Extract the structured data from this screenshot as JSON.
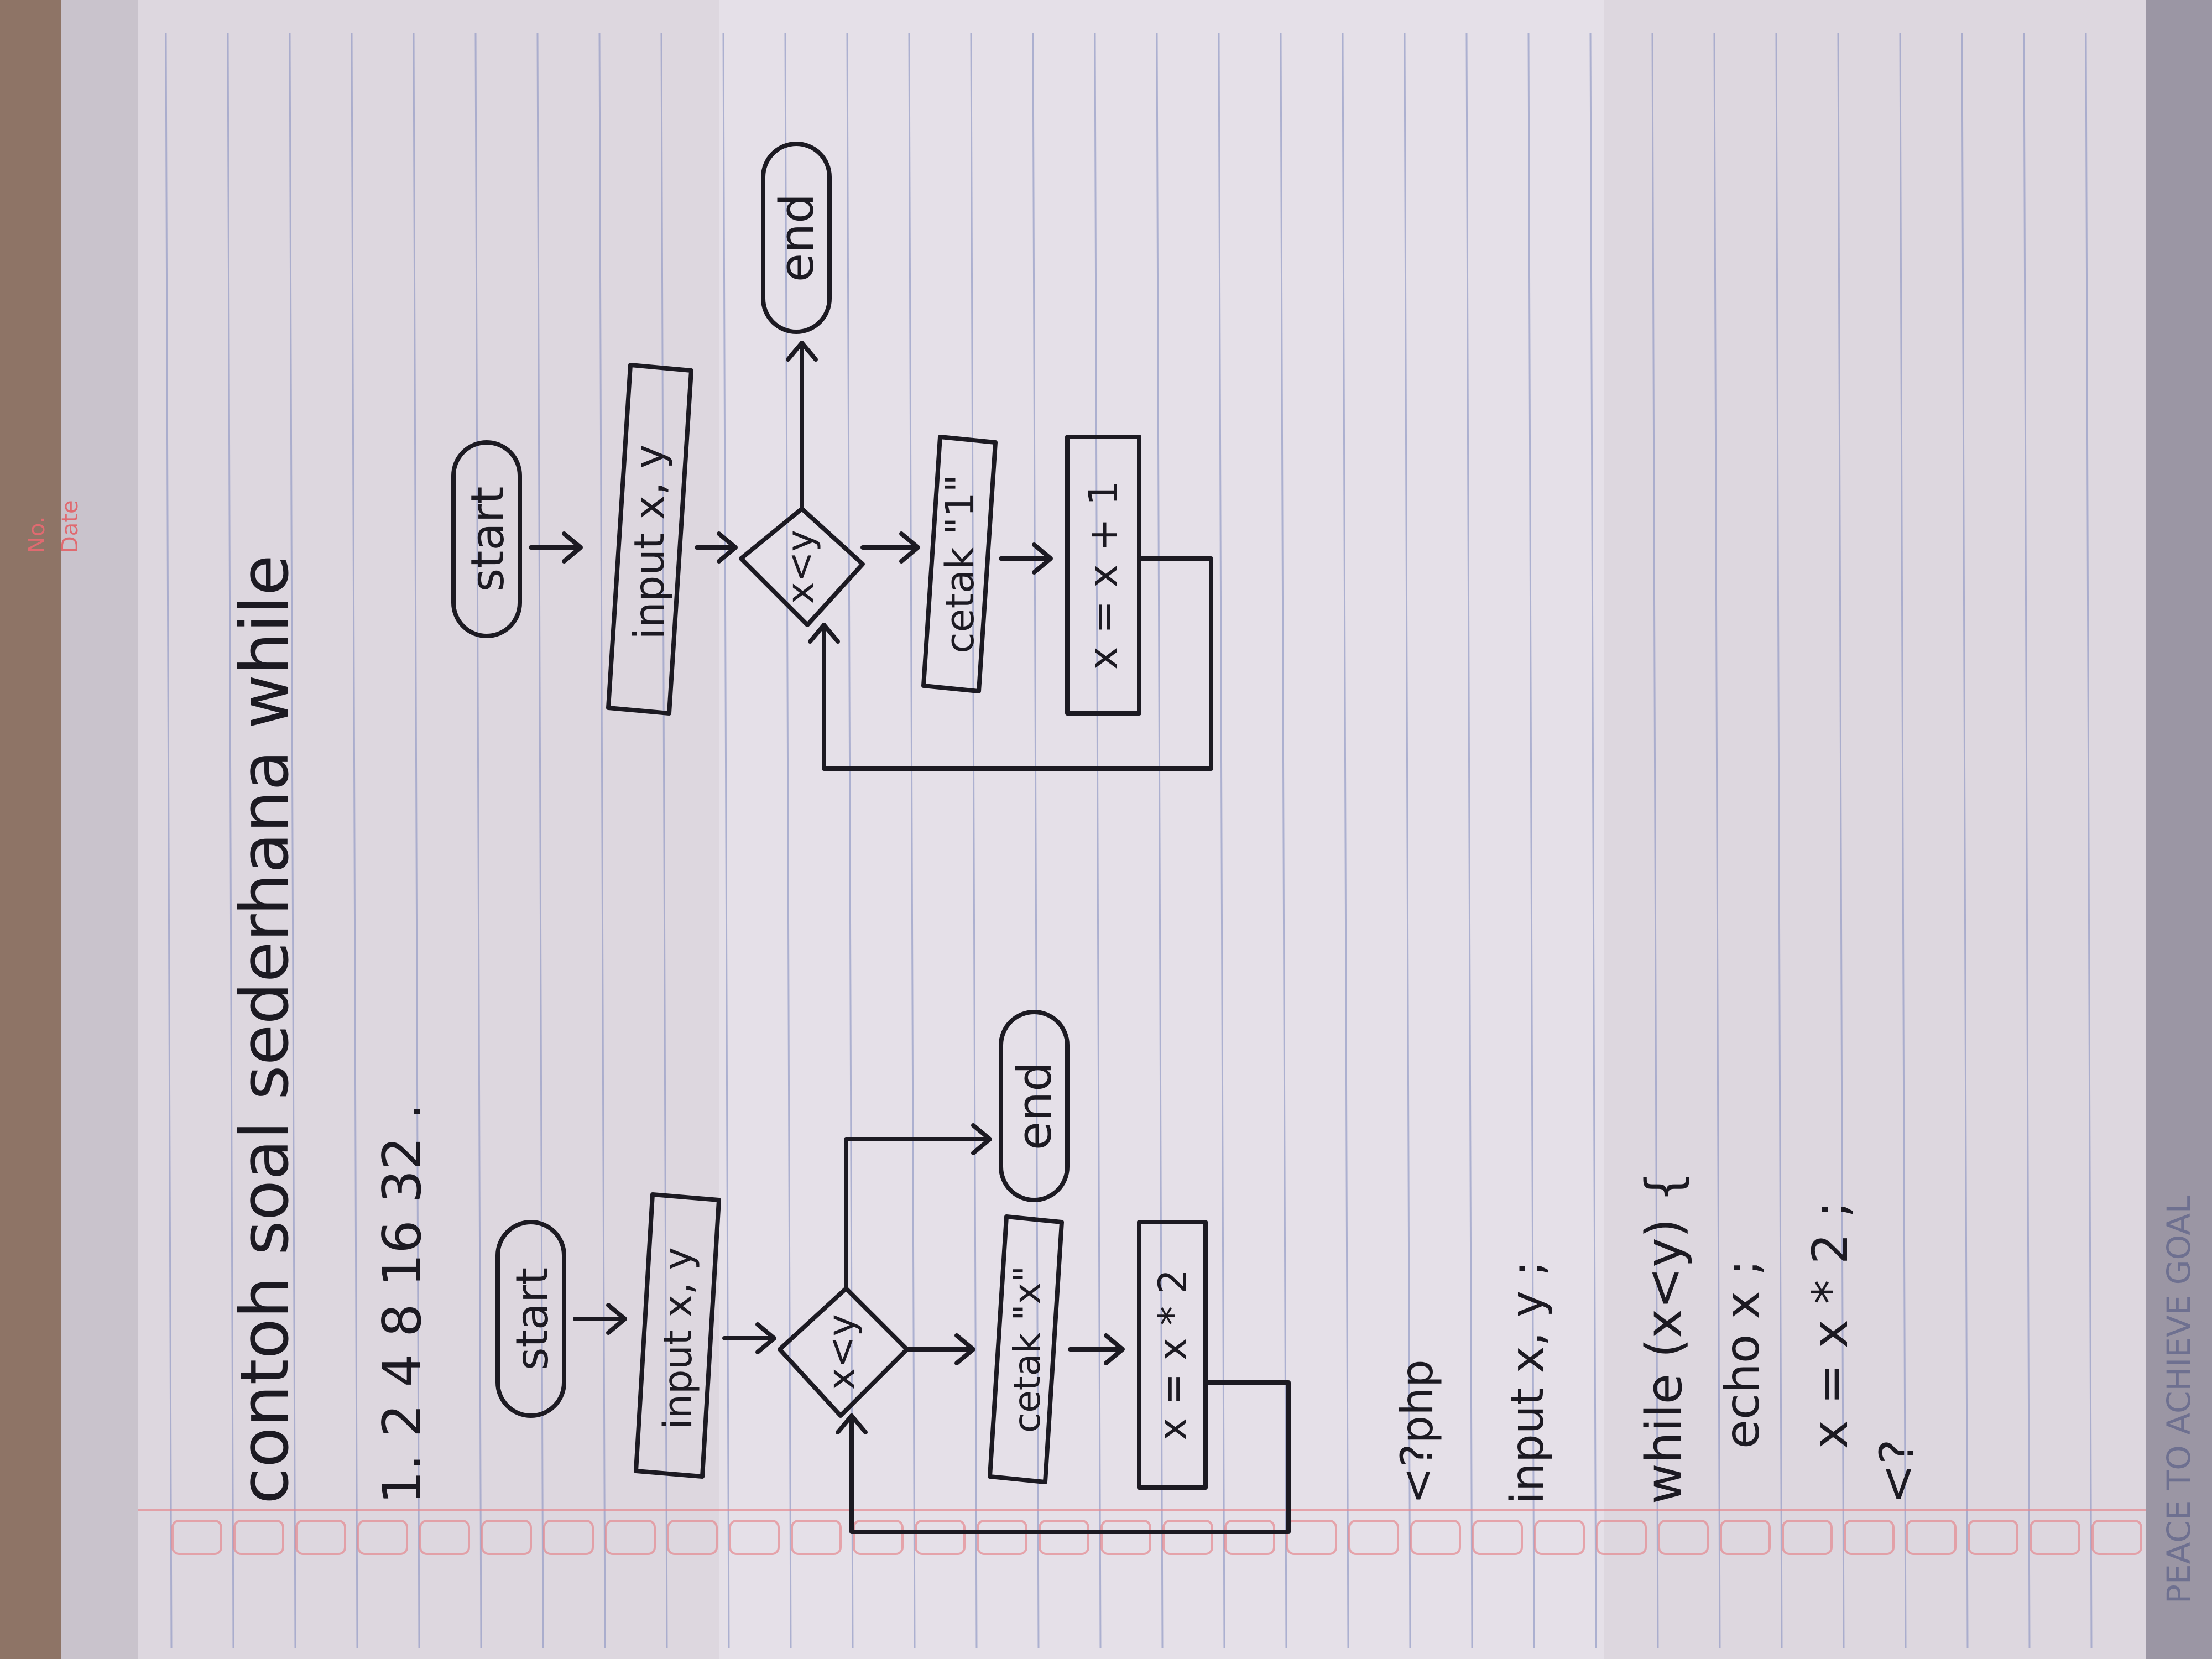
{
  "notebook": {
    "header_no": "No.",
    "header_date": "Date",
    "footer": "PEACE TO ACHIEVE GOAL"
  },
  "title": "contoh soal sederhana while",
  "sequence": "1. 2 4 8 16 32 .",
  "flowchart_left": {
    "start": "start",
    "input": "input x, y",
    "decision": "x<y",
    "output": "cetak \"x\"",
    "process": "x = x * 2",
    "end": "end"
  },
  "flowchart_right": {
    "start": "start",
    "input": "input x, y",
    "decision": "x<y",
    "output": "cetak \"1\"",
    "process": "x = x + 1",
    "end": "end"
  },
  "code": {
    "line1": "<?php",
    "line2": "input x, y ;",
    "line3": "while (x<y) {",
    "line4": "echo x ;",
    "line5": "x = x * 2 ;",
    "line6": "<?"
  },
  "colors": {
    "paper": "#e2dde5",
    "ink": "#1c1a22",
    "ruled_line": "#9aa0c8",
    "margin_red": "#e06a70"
  }
}
